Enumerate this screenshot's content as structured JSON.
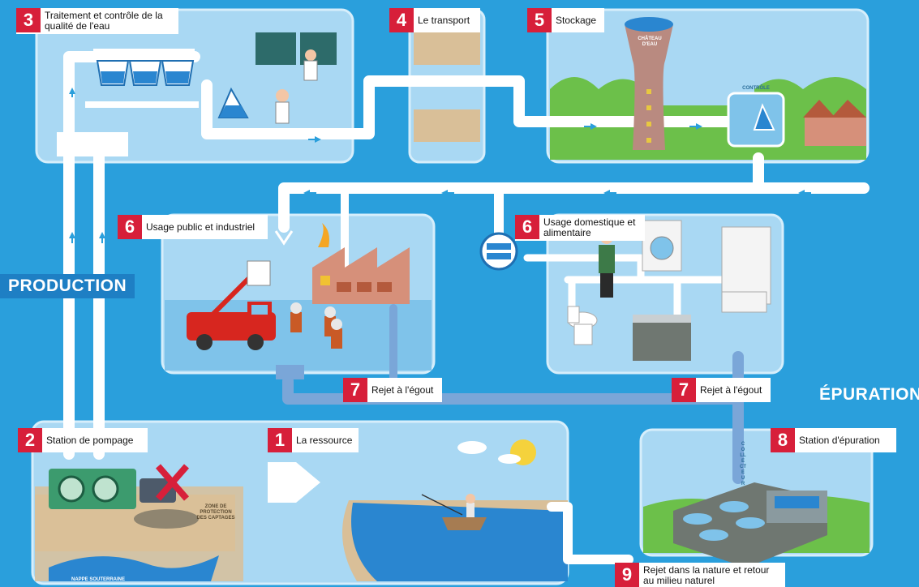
{
  "side_labels": {
    "production": "PRODUCTION",
    "epuration": "ÉPURATION"
  },
  "steps": [
    {
      "num": "3",
      "label": "Traitement et contrôle de la qualité de l'eau"
    },
    {
      "num": "4",
      "label": "Le transport"
    },
    {
      "num": "5",
      "label": "Stockage"
    },
    {
      "num": "6",
      "label": "Usage public et industriel"
    },
    {
      "num": "6",
      "label": "Usage domestique et alimentaire"
    },
    {
      "num": "7",
      "label": "Rejet à l'égout"
    },
    {
      "num": "7",
      "label": "Rejet à l'égout"
    },
    {
      "num": "2",
      "label": "Station de pompage"
    },
    {
      "num": "1",
      "label": "La ressource"
    },
    {
      "num": "8",
      "label": "Station d'épuration"
    },
    {
      "num": "9",
      "label": "Rejet dans la nature et retour au milieu naturel"
    }
  ],
  "small_text": {
    "chateau": "CHÂTEAU D'EAU",
    "controle": "CONTRÔLE",
    "zone": "ZONE DE PROTECTION DES CAPTAGES",
    "nappe": "NAPPE SOUTERRAINE",
    "collecteur": "COLLECTEUR"
  },
  "colors": {
    "background": "#2a9fdc",
    "panel": "#a9d8f3",
    "pipe": "#ffffff",
    "wastewater": "#7aa6d8",
    "badge": "#d71f3a",
    "ground": "#d9bf98",
    "grass": "#6cc04a"
  }
}
